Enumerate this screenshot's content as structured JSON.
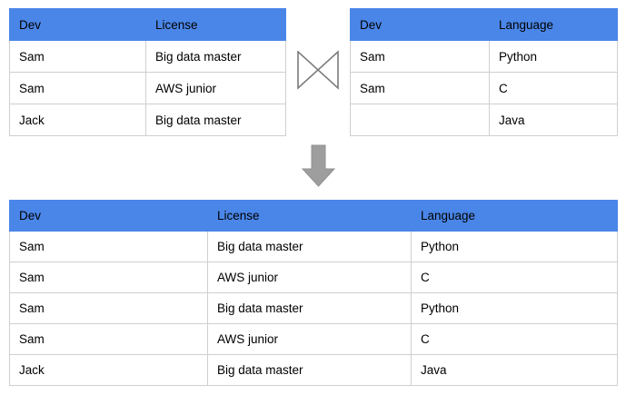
{
  "diagram": {
    "title": "SQL join of two tables producing a combined result",
    "operator_symbol": "join-bowtie",
    "flow_symbol": "down-arrow",
    "colors": {
      "header_blue": "#4a86e8",
      "border_gray": "#cfcfcf",
      "arrow_gray": "#9e9e9e",
      "arrow_border": "#8f8f8f",
      "symbol_gray": "#7a7a7a",
      "text_black": "#000000",
      "background": "#ffffff"
    }
  },
  "left_table": {
    "name": "left-input-table",
    "headers": [
      "Dev",
      "License"
    ],
    "rows": [
      [
        "Sam",
        "Big data master"
      ],
      [
        "Sam",
        "AWS junior"
      ],
      [
        "Jack",
        "Big data master"
      ]
    ]
  },
  "right_table": {
    "name": "right-input-table",
    "headers": [
      "Dev",
      "Language"
    ],
    "rows": [
      [
        "Sam",
        "Python"
      ],
      [
        "Sam",
        "C"
      ],
      [
        "",
        "Java"
      ]
    ]
  },
  "result_table": {
    "name": "result-table",
    "headers": [
      "Dev",
      "License",
      "Language"
    ],
    "rows": [
      [
        "Sam",
        "Big data master",
        "Python"
      ],
      [
        "Sam",
        "AWS junior",
        "C"
      ],
      [
        "Sam",
        "Big data master",
        "Python"
      ],
      [
        "Sam",
        "AWS junior",
        "C"
      ],
      [
        "Jack",
        "Big data master",
        "Java"
      ]
    ]
  }
}
